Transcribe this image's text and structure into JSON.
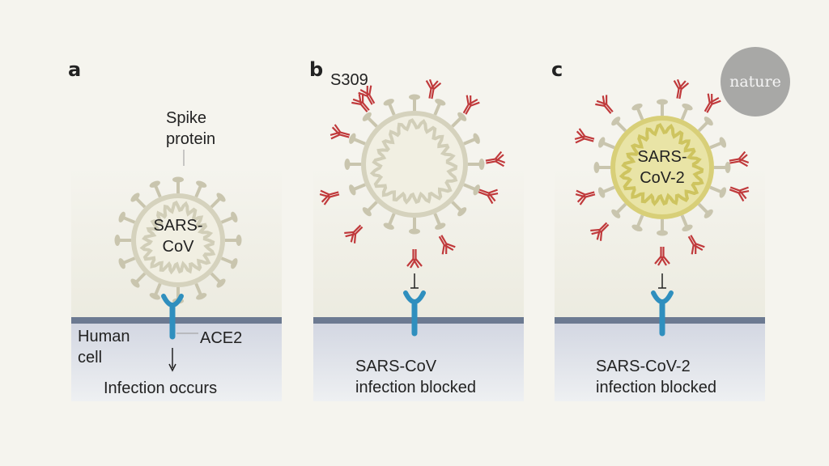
{
  "panels": [
    {
      "letter": "a",
      "virus": "SARS-\nCoV",
      "outcome": "Infection occurs"
    },
    {
      "letter": "b",
      "virus": "",
      "outcome": "SARS-CoV\ninfection blocked"
    },
    {
      "letter": "c",
      "virus": "SARS-\nCoV-2",
      "outcome": "SARS-CoV-2\ninfection blocked"
    }
  ],
  "labels": {
    "spike": "Spike\nprotein",
    "antibody": "S309",
    "cell": "Human\ncell",
    "receptor": "ACE2"
  },
  "logo": "nature",
  "colors": {
    "spike": "#c9c5ae",
    "virus_a": "#f1efe2",
    "virus_c": "#e9e4a6",
    "ring_c": "#d8cf78",
    "antibody": "#c0393b",
    "ace2": "#2f8fbe",
    "membrane": "#6c7a91",
    "cell": "#d3d7e2"
  }
}
